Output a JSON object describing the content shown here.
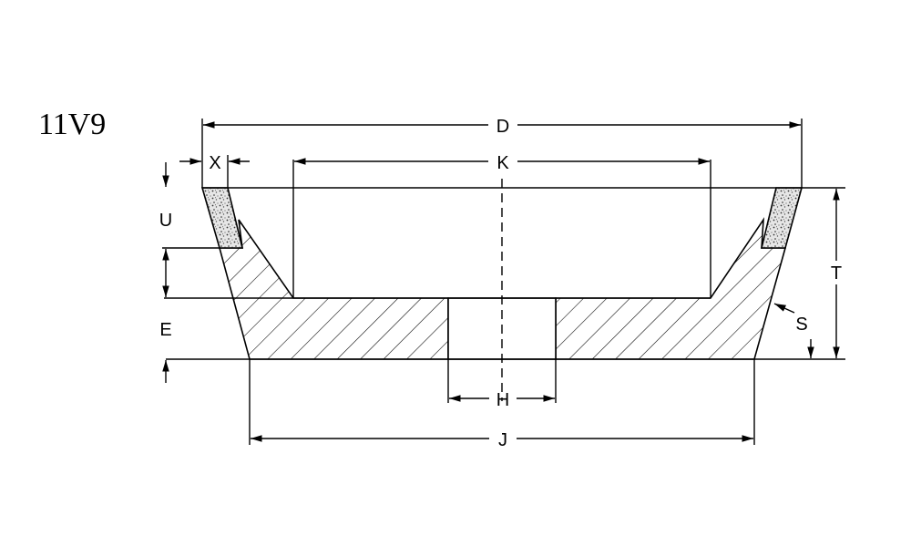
{
  "diagram": {
    "code": "11V9",
    "labels": {
      "D": "D",
      "K": "K",
      "X": "X",
      "U": "U",
      "E": "E",
      "T": "T",
      "S": "S",
      "H": "H",
      "J": "J"
    },
    "colors": {
      "line": "#000000",
      "background": "#ffffff",
      "abrasive": "#d8d8d8"
    },
    "icons": [
      "arrowhead",
      "abrasive-texture",
      "hatch-pattern"
    ]
  }
}
